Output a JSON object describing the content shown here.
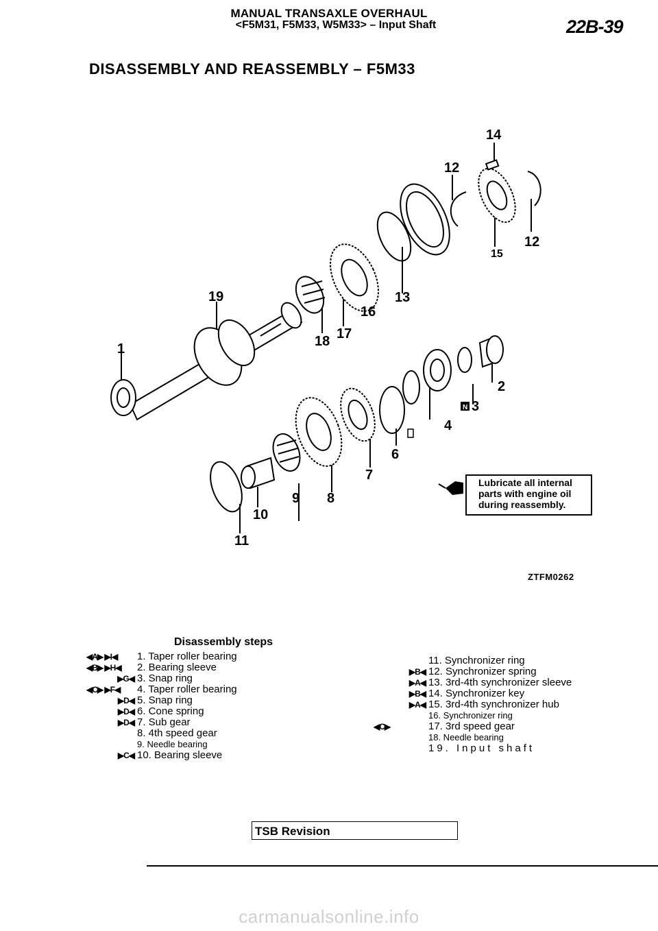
{
  "header": {
    "title": "MANUAL TRANSAXLE OVERHAUL",
    "subtitle": "<F5M31, F5M33, W5M33> – Input Shaft",
    "page_number": "22B-39"
  },
  "section_title": "DISASSEMBLY AND REASSEMBLY – F5M33",
  "callouts": [
    "14",
    "12",
    "12",
    "15",
    "19",
    "13",
    "16",
    "17",
    "18",
    "1",
    "2",
    "3",
    "4",
    "6",
    "7",
    "9",
    "8",
    "10",
    "11"
  ],
  "note": {
    "line1": "Lubricate all internal",
    "line2": "parts with engine oil",
    "line3": "during reassembly."
  },
  "figure_code": "ZTFM0262",
  "steps_title": "Disassembly steps",
  "steps_left": [
    {
      "marks": "◀A▶ ▶I◀",
      "text": "1. Taper roller bearing"
    },
    {
      "marks": "◀B▶ ▶H◀",
      "text": "2. Bearing sleeve"
    },
    {
      "marks": "▶G◀",
      "text": "3. Snap ring"
    },
    {
      "marks": "◀C▶ ▶F◀",
      "text": "4. Taper roller bearing"
    },
    {
      "marks": "▶D◀",
      "text": "5. Snap ring"
    },
    {
      "marks": "▶D◀",
      "text": "6. Cone spring"
    },
    {
      "marks": "▶D◀",
      "text": "7. Sub gear"
    },
    {
      "marks": "",
      "text": "8. 4th speed gear"
    },
    {
      "marks": "",
      "text": "9. Needle bearing"
    },
    {
      "marks": "▶C◀",
      "text": "10. Bearing sleeve"
    }
  ],
  "steps_right": [
    {
      "marks": "",
      "text": "11. Synchronizer ring"
    },
    {
      "marks": "▶B◀",
      "text": "12. Synchronizer spring"
    },
    {
      "marks": "▶A◀",
      "text": "13. 3rd-4th synchronizer sleeve"
    },
    {
      "marks": "▶B◀",
      "text": "14. Synchronizer key"
    },
    {
      "marks": "▶A◀",
      "text": "15. 3rd-4th synchronizer hub"
    },
    {
      "marks": "",
      "text": "16. Synchronizer ring"
    },
    {
      "marks": "◀C▶",
      "text": "17. 3rd speed gear"
    },
    {
      "marks": "",
      "text": "18. Needle bearing"
    },
    {
      "marks": "",
      "text": "19. Input shaft"
    }
  ],
  "footer": {
    "tsb": "TSB Revision",
    "watermark": "carmanualsonline.info"
  }
}
